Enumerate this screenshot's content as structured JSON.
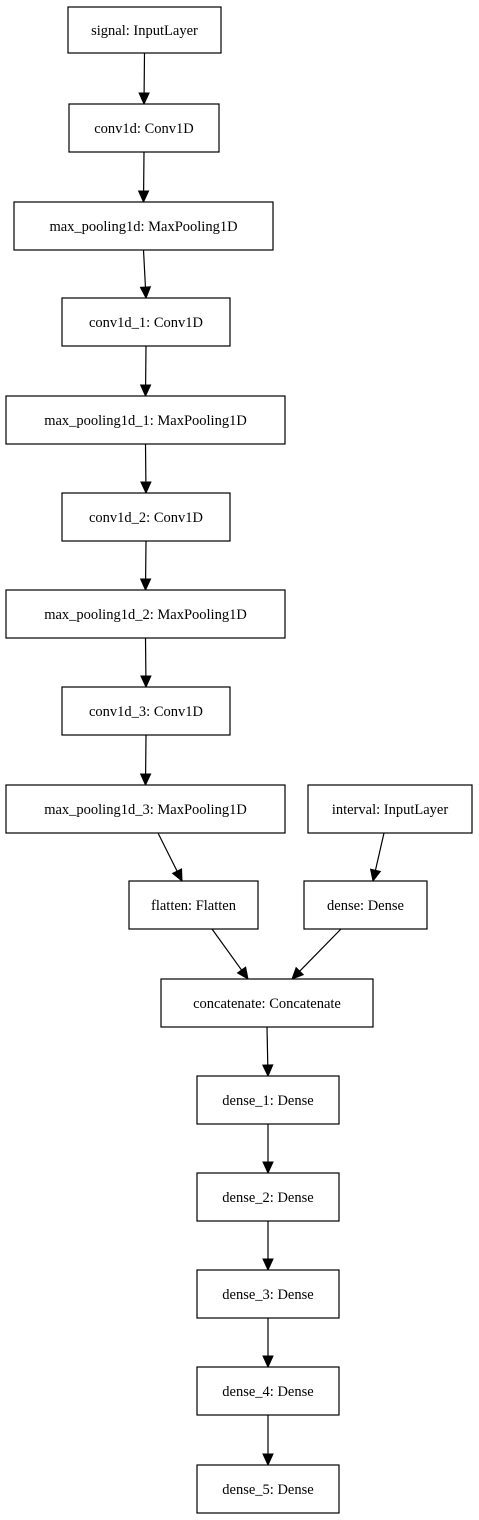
{
  "diagram": {
    "type": "keras-model-graph",
    "nodes": [
      {
        "id": "signal",
        "label": "signal: InputLayer"
      },
      {
        "id": "conv1d",
        "label": "conv1d: Conv1D"
      },
      {
        "id": "max_pooling1d",
        "label": "max_pooling1d: MaxPooling1D"
      },
      {
        "id": "conv1d_1",
        "label": "conv1d_1: Conv1D"
      },
      {
        "id": "max_pooling1d_1",
        "label": "max_pooling1d_1: MaxPooling1D"
      },
      {
        "id": "conv1d_2",
        "label": "conv1d_2: Conv1D"
      },
      {
        "id": "max_pooling1d_2",
        "label": "max_pooling1d_2: MaxPooling1D"
      },
      {
        "id": "conv1d_3",
        "label": "conv1d_3: Conv1D"
      },
      {
        "id": "max_pooling1d_3",
        "label": "max_pooling1d_3: MaxPooling1D"
      },
      {
        "id": "interval",
        "label": "interval: InputLayer"
      },
      {
        "id": "flatten",
        "label": "flatten: Flatten"
      },
      {
        "id": "dense",
        "label": "dense: Dense"
      },
      {
        "id": "concatenate",
        "label": "concatenate: Concatenate"
      },
      {
        "id": "dense_1",
        "label": "dense_1: Dense"
      },
      {
        "id": "dense_2",
        "label": "dense_2: Dense"
      },
      {
        "id": "dense_3",
        "label": "dense_3: Dense"
      },
      {
        "id": "dense_4",
        "label": "dense_4: Dense"
      },
      {
        "id": "dense_5",
        "label": "dense_5: Dense"
      }
    ],
    "edges": [
      {
        "from": "signal",
        "to": "conv1d"
      },
      {
        "from": "conv1d",
        "to": "max_pooling1d"
      },
      {
        "from": "max_pooling1d",
        "to": "conv1d_1"
      },
      {
        "from": "conv1d_1",
        "to": "max_pooling1d_1"
      },
      {
        "from": "max_pooling1d_1",
        "to": "conv1d_2"
      },
      {
        "from": "conv1d_2",
        "to": "max_pooling1d_2"
      },
      {
        "from": "max_pooling1d_2",
        "to": "conv1d_3"
      },
      {
        "from": "conv1d_3",
        "to": "max_pooling1d_3"
      },
      {
        "from": "max_pooling1d_3",
        "to": "flatten"
      },
      {
        "from": "interval",
        "to": "dense"
      },
      {
        "from": "flatten",
        "to": "concatenate"
      },
      {
        "from": "dense",
        "to": "concatenate"
      },
      {
        "from": "concatenate",
        "to": "dense_1"
      },
      {
        "from": "dense_1",
        "to": "dense_2"
      },
      {
        "from": "dense_2",
        "to": "dense_3"
      },
      {
        "from": "dense_3",
        "to": "dense_4"
      },
      {
        "from": "dense_4",
        "to": "dense_5"
      }
    ]
  }
}
